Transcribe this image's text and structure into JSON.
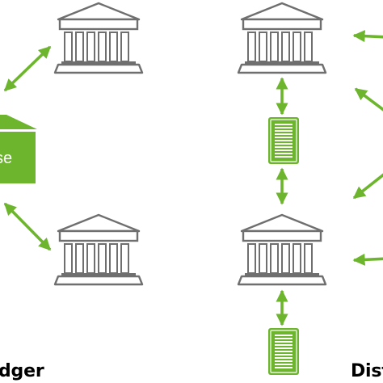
{
  "labels": {
    "left_caption": "dger",
    "right_caption": "Dist",
    "hub": "se"
  },
  "colors": {
    "accent": "#6cb52d",
    "bank_gray": "#6f6f6f",
    "bank_fill": "#ffffff",
    "text": "#000000"
  },
  "icons": {
    "bank": "bank-building-icon",
    "ledger": "ledger-document-icon",
    "hub": "central-house-icon"
  }
}
